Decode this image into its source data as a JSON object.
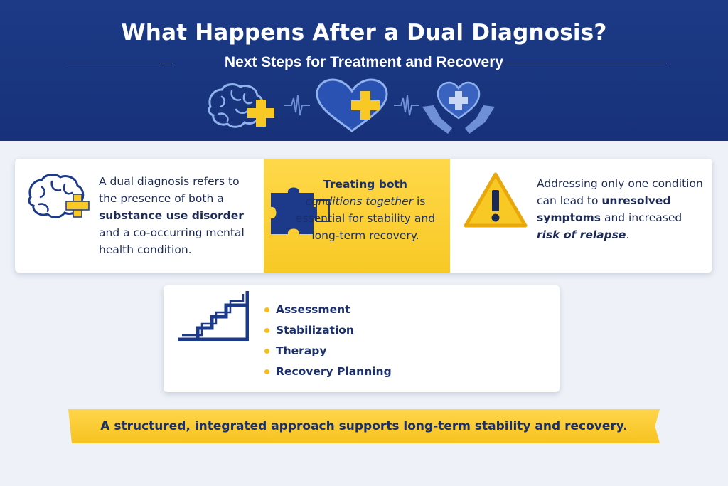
{
  "header": {
    "title": "What Happens After a Dual Diagnosis?",
    "subtitle": "Next Steps for Treatment and Recovery",
    "icons": [
      "brain-plus-icon",
      "heart-plus-icon",
      "hands-heart-icon"
    ]
  },
  "cards": [
    {
      "icon": "brain-plus-icon",
      "text_1": "A dual diagnosis refers to the presence of both a ",
      "bold_1": "substance use disorder",
      "text_2": " and a co-occurring mental health condition."
    },
    {
      "icon": "puzzle-piece-icon",
      "bold_1": "Treating both",
      "italic_1": "conditions together",
      "text_2": " is essential for stability and long-term recovery."
    },
    {
      "icon": "warning-icon",
      "text_1": "Addressing only one condition can lead to ",
      "bold_1": "unresolved symptoms",
      "text_2": " and increased ",
      "italic_1": "risk of relapse",
      "text_3": "."
    }
  ],
  "steps": {
    "icon": "stairs-icon",
    "items": [
      "Assessment",
      "Stabilization",
      "Therapy",
      "Recovery Planning"
    ]
  },
  "banner": {
    "text": "A structured, integrated approach supports long-term stability and recovery."
  },
  "colors": {
    "navy": "#1c3a86",
    "accent_yellow": "#f8c925",
    "text_dark": "#1d2a55",
    "background": "#eef1f7"
  }
}
